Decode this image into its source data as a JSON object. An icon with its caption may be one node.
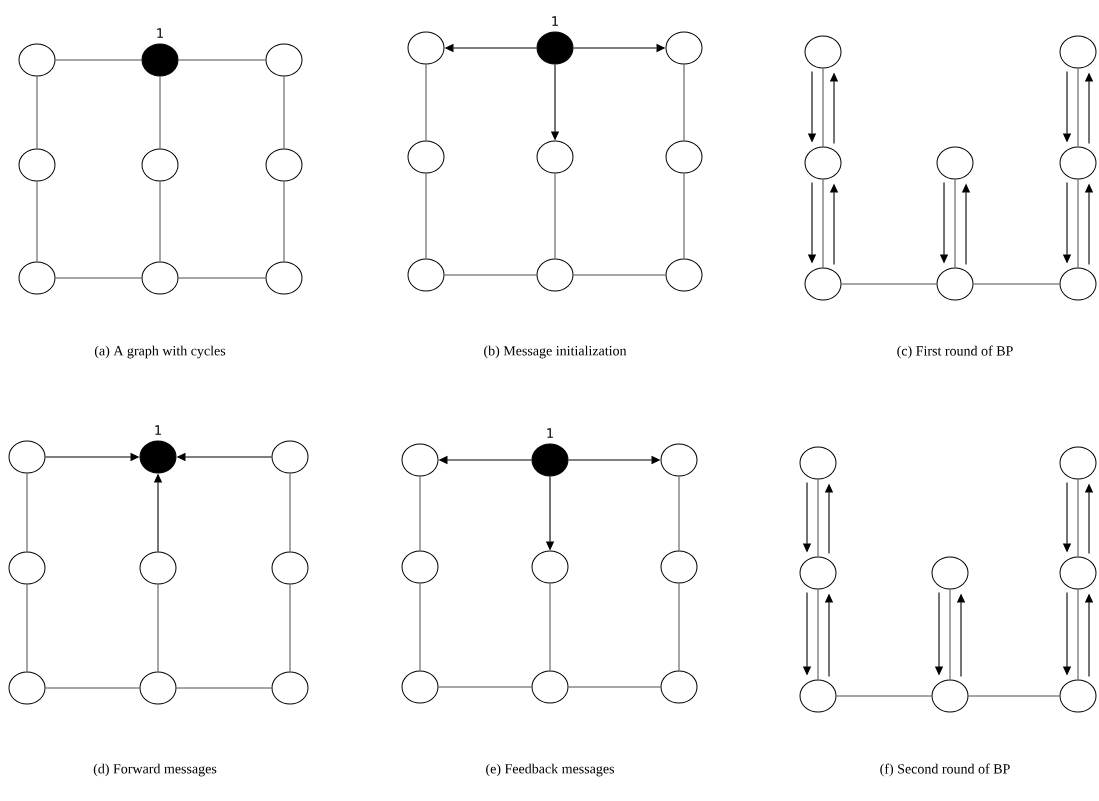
{
  "diagram": {
    "nodes": [
      {
        "text": [],
        "shape": "circle"
      },
      {
        "text": [],
        "shape": "circle",
        "beside": [
          "1"
        ]
      },
      {
        "text": [],
        "shape": "circle"
      },
      {
        "text": [],
        "shape": "circle"
      },
      {
        "text": [],
        "shape": "circle"
      },
      {
        "text": [],
        "shape": "circle"
      },
      {
        "text": [],
        "shape": "circle"
      },
      {
        "text": [],
        "shape": "circle"
      },
      {
        "text": [],
        "shape": "circle"
      },
      {
        "text": [],
        "shape": "circle"
      },
      {
        "text": [],
        "shape": "circle",
        "beside": [
          "1"
        ]
      },
      {
        "text": [],
        "shape": "circle"
      },
      {
        "text": [],
        "shape": "circle"
      },
      {
        "text": [],
        "shape": "circle"
      },
      {
        "text": [],
        "shape": "circle"
      },
      {
        "text": [],
        "shape": "circle"
      },
      {
        "text": [],
        "shape": "circle"
      },
      {
        "text": [],
        "shape": "circle"
      },
      {
        "text": [],
        "shape": "circle"
      },
      {
        "text": [],
        "shape": "circle"
      },
      {
        "text": [],
        "shape": "circle"
      },
      {
        "text": [],
        "shape": "circle"
      },
      {
        "text": [],
        "shape": "circle"
      },
      {
        "text": [],
        "shape": "circle"
      },
      {
        "text": [],
        "shape": "circle"
      },
      {
        "text": [],
        "shape": "circle"
      },
      {
        "text": [],
        "shape": "circle"
      },
      {
        "text": [],
        "shape": "circle",
        "beside": [
          "1"
        ]
      },
      {
        "text": [],
        "shape": "circle"
      },
      {
        "text": [],
        "shape": "circle"
      },
      {
        "text": [],
        "shape": "circle"
      },
      {
        "text": [],
        "shape": "circle"
      },
      {
        "text": [],
        "shape": "circle"
      },
      {
        "text": [],
        "shape": "circle"
      },
      {
        "text": [],
        "shape": "circle"
      },
      {
        "text": [],
        "shape": "circle"
      },
      {
        "text": [],
        "shape": "circle",
        "beside": [
          "1"
        ]
      },
      {
        "text": [],
        "shape": "circle"
      },
      {
        "text": [],
        "shape": "circle"
      },
      {
        "text": [],
        "shape": "circle"
      },
      {
        "text": [],
        "shape": "circle"
      },
      {
        "text": [],
        "shape": "circle"
      },
      {
        "text": [],
        "shape": "circle"
      },
      {
        "text": [],
        "shape": "circle"
      },
      {
        "text": [],
        "shape": "circle"
      },
      {
        "text": [],
        "shape": "circle"
      },
      {
        "text": [],
        "shape": "circle"
      },
      {
        "text": [],
        "shape": "circle"
      },
      {
        "text": [],
        "shape": "circle"
      },
      {
        "text": [],
        "shape": "circle"
      },
      {
        "text": [],
        "shape": "circle"
      },
      {
        "text": [],
        "shape": "circle"
      }
    ],
    "edges": [
      {
        "from": 0,
        "to": 1,
        "arrow": "none"
      },
      {
        "from": 1,
        "to": 2,
        "arrow": "none"
      },
      {
        "from": 0,
        "to": 3,
        "arrow": "none"
      },
      {
        "from": 1,
        "to": 4,
        "arrow": "none"
      },
      {
        "from": 2,
        "to": 5,
        "arrow": "none"
      },
      {
        "from": 3,
        "to": 6,
        "arrow": "none"
      },
      {
        "from": 4,
        "to": 7,
        "arrow": "none"
      },
      {
        "from": 5,
        "to": 8,
        "arrow": "none"
      },
      {
        "from": 6,
        "to": 7,
        "arrow": "none"
      },
      {
        "from": 7,
        "to": 8,
        "arrow": "none"
      },
      {
        "from": 10,
        "to": 9,
        "arrow": "to"
      },
      {
        "from": 10,
        "to": 11,
        "arrow": "to"
      },
      {
        "from": 10,
        "to": 13,
        "arrow": "to"
      },
      {
        "from": 9,
        "to": 12,
        "arrow": "none"
      },
      {
        "from": 11,
        "to": 14,
        "arrow": "none"
      },
      {
        "from": 12,
        "to": 15,
        "arrow": "none"
      },
      {
        "from": 13,
        "to": 16,
        "arrow": "none"
      },
      {
        "from": 14,
        "to": 17,
        "arrow": "none"
      },
      {
        "from": 15,
        "to": 16,
        "arrow": "none"
      },
      {
        "from": 16,
        "to": 17,
        "arrow": "none"
      },
      {
        "from": 18,
        "to": 20,
        "arrow": "none"
      },
      {
        "from": 20,
        "to": 23,
        "arrow": "none"
      },
      {
        "from": 21,
        "to": 24,
        "arrow": "none"
      },
      {
        "from": 19,
        "to": 22,
        "arrow": "none"
      },
      {
        "from": 22,
        "to": 25,
        "arrow": "none"
      },
      {
        "from": 23,
        "to": 24,
        "arrow": "none"
      },
      {
        "from": 24,
        "to": 25,
        "arrow": "none"
      },
      {
        "from": 18,
        "to": 20,
        "arrow": "to"
      },
      {
        "from": 20,
        "to": 18,
        "arrow": "to"
      },
      {
        "from": 20,
        "to": 23,
        "arrow": "to"
      },
      {
        "from": 23,
        "to": 20,
        "arrow": "to"
      },
      {
        "from": 21,
        "to": 24,
        "arrow": "to"
      },
      {
        "from": 24,
        "to": 21,
        "arrow": "to"
      },
      {
        "from": 19,
        "to": 22,
        "arrow": "to"
      },
      {
        "from": 22,
        "to": 19,
        "arrow": "to"
      },
      {
        "from": 22,
        "to": 25,
        "arrow": "to"
      },
      {
        "from": 25,
        "to": 22,
        "arrow": "to"
      },
      {
        "from": 26,
        "to": 27,
        "arrow": "to"
      },
      {
        "from": 28,
        "to": 27,
        "arrow": "to"
      },
      {
        "from": 30,
        "to": 27,
        "arrow": "to"
      },
      {
        "from": 26,
        "to": 29,
        "arrow": "none"
      },
      {
        "from": 28,
        "to": 31,
        "arrow": "none"
      },
      {
        "from": 29,
        "to": 32,
        "arrow": "none"
      },
      {
        "from": 30,
        "to": 33,
        "arrow": "none"
      },
      {
        "from": 31,
        "to": 34,
        "arrow": "none"
      },
      {
        "from": 32,
        "to": 33,
        "arrow": "none"
      },
      {
        "from": 33,
        "to": 34,
        "arrow": "none"
      },
      {
        "from": 36,
        "to": 35,
        "arrow": "to"
      },
      {
        "from": 36,
        "to": 37,
        "arrow": "to"
      },
      {
        "from": 36,
        "to": 39,
        "arrow": "to"
      },
      {
        "from": 35,
        "to": 38,
        "arrow": "none"
      },
      {
        "from": 37,
        "to": 40,
        "arrow": "none"
      },
      {
        "from": 38,
        "to": 41,
        "arrow": "none"
      },
      {
        "from": 39,
        "to": 42,
        "arrow": "none"
      },
      {
        "from": 40,
        "to": 43,
        "arrow": "none"
      },
      {
        "from": 41,
        "to": 42,
        "arrow": "none"
      },
      {
        "from": 42,
        "to": 43,
        "arrow": "none"
      },
      {
        "from": 44,
        "to": 46,
        "arrow": "none"
      },
      {
        "from": 46,
        "to": 49,
        "arrow": "none"
      },
      {
        "from": 47,
        "to": 50,
        "arrow": "none"
      },
      {
        "from": 45,
        "to": 48,
        "arrow": "none"
      },
      {
        "from": 48,
        "to": 51,
        "arrow": "none"
      },
      {
        "from": 49,
        "to": 50,
        "arrow": "none"
      },
      {
        "from": 50,
        "to": 51,
        "arrow": "none"
      },
      {
        "from": 44,
        "to": 46,
        "arrow": "to"
      },
      {
        "from": 46,
        "to": 44,
        "arrow": "to"
      },
      {
        "from": 46,
        "to": 49,
        "arrow": "to"
      },
      {
        "from": 49,
        "to": 46,
        "arrow": "to"
      },
      {
        "from": 47,
        "to": 50,
        "arrow": "to"
      },
      {
        "from": 50,
        "to": 47,
        "arrow": "to"
      },
      {
        "from": 45,
        "to": 48,
        "arrow": "to"
      },
      {
        "from": 48,
        "to": 45,
        "arrow": "to"
      },
      {
        "from": 48,
        "to": 51,
        "arrow": "to"
      },
      {
        "from": 51,
        "to": 48,
        "arrow": "to"
      }
    ],
    "labels": [
      "(a) A graph with cycles",
      "(b) Message initialization",
      "(c) First round of BP",
      "(d) Forward messages",
      "(e) Feedback messages",
      "(f) Second round of BP"
    ]
  }
}
